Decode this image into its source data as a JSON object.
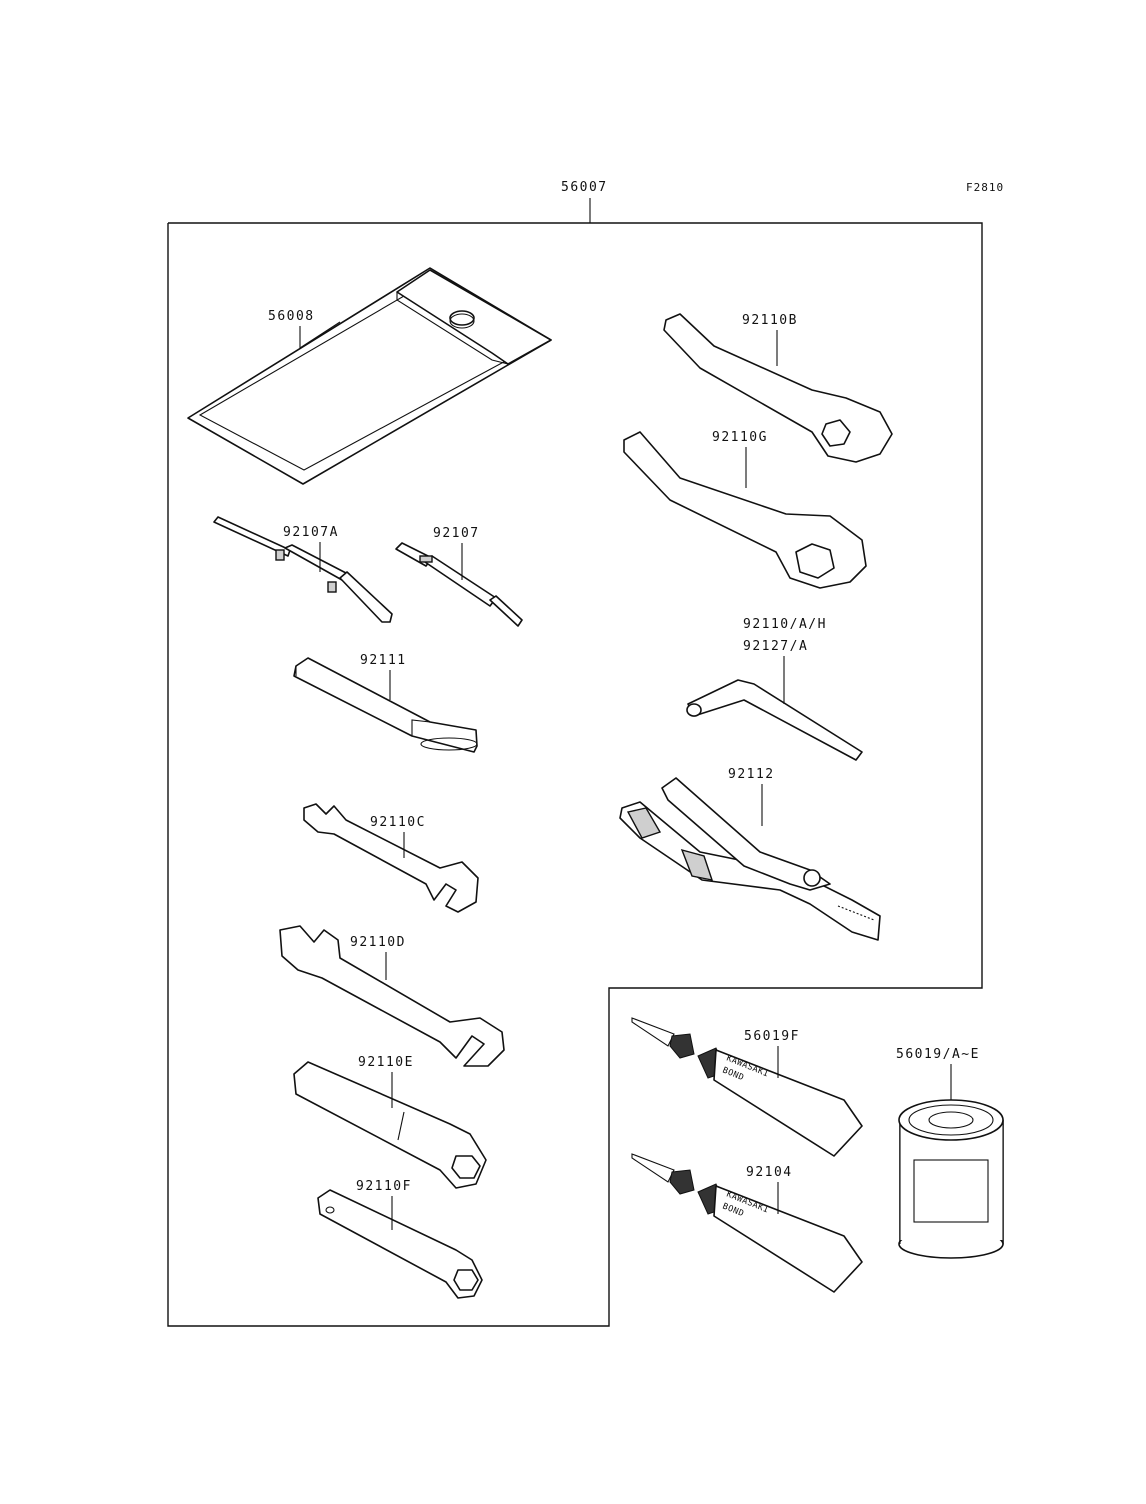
{
  "diagram": {
    "ref_code": "F2810",
    "main_part": "56007",
    "parts": [
      {
        "id": "56008"
      },
      {
        "id": "92107A"
      },
      {
        "id": "92107"
      },
      {
        "id": "92111"
      },
      {
        "id": "92110C"
      },
      {
        "id": "92110D"
      },
      {
        "id": "92110E"
      },
      {
        "id": "92110F"
      },
      {
        "id": "92110B"
      },
      {
        "id": "92110G"
      },
      {
        "id": "92110/A/H"
      },
      {
        "id": "92127/A"
      },
      {
        "id": "92112"
      },
      {
        "id": "56019F"
      },
      {
        "id": "92104"
      },
      {
        "id": "56019/A~E"
      }
    ],
    "tube_label_1": "KAWASAKI",
    "tube_label_2": "BOND"
  }
}
